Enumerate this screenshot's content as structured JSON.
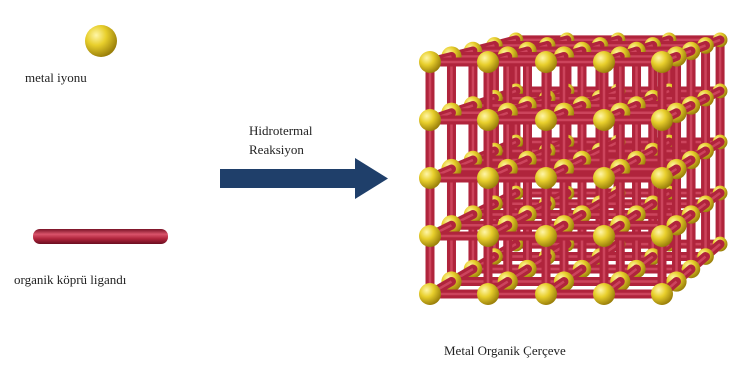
{
  "legend": {
    "metal_ion": "metal iyonu",
    "ligand": "organik köprü ligandı"
  },
  "reaction": {
    "line1": "Hidrotermal",
    "line2": "Reaksiyon"
  },
  "product": {
    "label": "Metal Organik Çerçeve"
  },
  "colors": {
    "rod": "#b0243c",
    "rod_highlight": "#d9536a",
    "node": "#e8cf2c",
    "node_highlight": "#fff6a8",
    "arrow": "#1f3f6a"
  }
}
